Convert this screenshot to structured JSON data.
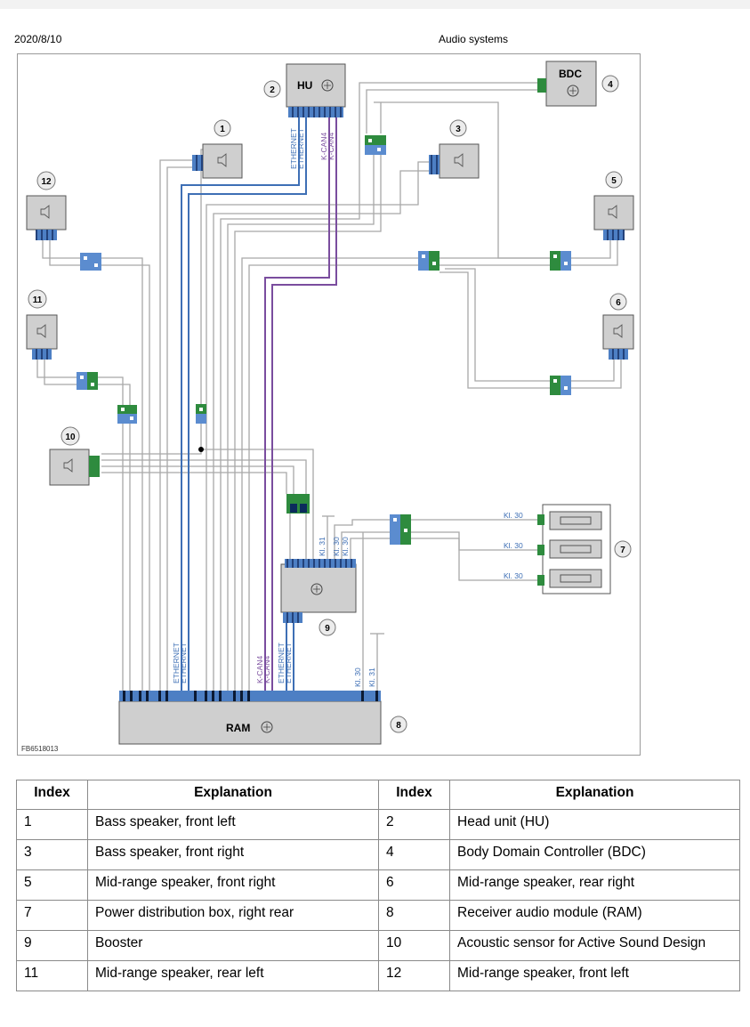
{
  "header": {
    "date": "2020/8/10",
    "title": "Audio systems"
  },
  "diagram": {
    "figure_id": "FB6518013",
    "components": {
      "hu": "HU",
      "bdc": "BDC",
      "ram": "RAM"
    },
    "callouts": [
      "1",
      "2",
      "3",
      "4",
      "5",
      "6",
      "7",
      "8",
      "9",
      "10",
      "11",
      "12"
    ],
    "wire_labels": {
      "ethernet": "ETHERNET",
      "kcan4": "K-CAN4",
      "kl30": "Kl. 30",
      "kl31": "Kl. 31"
    }
  },
  "legend": {
    "headers": [
      "Index",
      "Explanation",
      "Index",
      "Explanation"
    ],
    "rows": [
      [
        "1",
        "Bass speaker, front left",
        "2",
        "Head unit (HU)"
      ],
      [
        "3",
        "Bass speaker, front right",
        "4",
        "Body Domain Controller (BDC)"
      ],
      [
        "5",
        "Mid-range speaker, front right",
        "6",
        "Mid-range speaker, rear right"
      ],
      [
        "7",
        "Power distribution box, right rear",
        "8",
        "Receiver audio module (RAM)"
      ],
      [
        "9",
        "Booster",
        "10",
        "Acoustic sensor for Active Sound Design"
      ],
      [
        "11",
        "Mid-range speaker, rear left",
        "12",
        "Mid-range speaker, front left"
      ]
    ]
  }
}
